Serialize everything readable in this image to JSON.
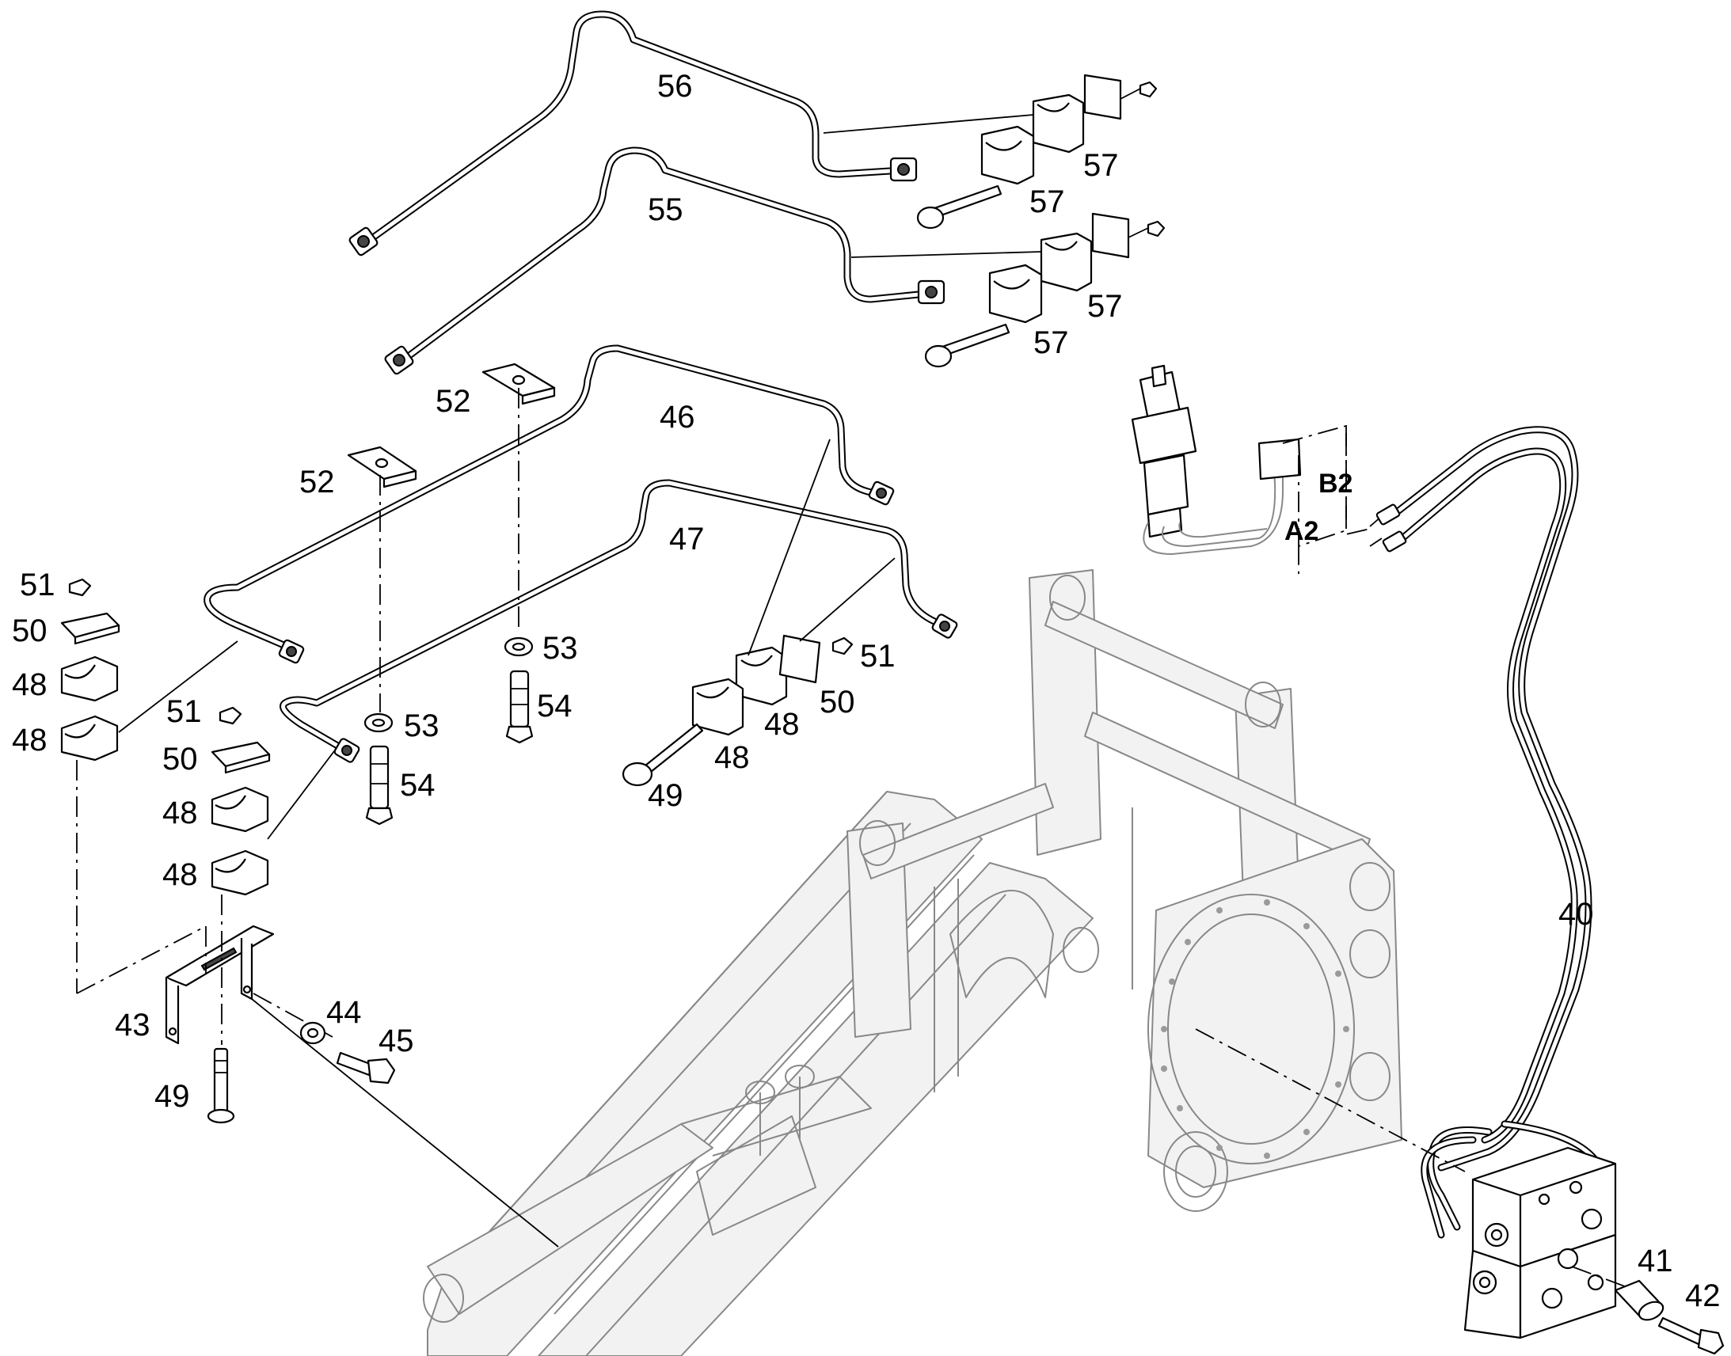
{
  "callouts": [
    {
      "id": "56",
      "label": "56"
    },
    {
      "id": "55",
      "label": "55"
    },
    {
      "id": "57a",
      "label": "57"
    },
    {
      "id": "57b",
      "label": "57"
    },
    {
      "id": "57c",
      "label": "57"
    },
    {
      "id": "57d",
      "label": "57"
    },
    {
      "id": "52a",
      "label": "52"
    },
    {
      "id": "52b",
      "label": "52"
    },
    {
      "id": "46",
      "label": "46"
    },
    {
      "id": "47",
      "label": "47"
    },
    {
      "id": "51a",
      "label": "51"
    },
    {
      "id": "50a",
      "label": "50"
    },
    {
      "id": "48a",
      "label": "48"
    },
    {
      "id": "48b",
      "label": "48"
    },
    {
      "id": "51b",
      "label": "51"
    },
    {
      "id": "50b",
      "label": "50"
    },
    {
      "id": "48c",
      "label": "48"
    },
    {
      "id": "48d",
      "label": "48"
    },
    {
      "id": "53a",
      "label": "53"
    },
    {
      "id": "54a",
      "label": "54"
    },
    {
      "id": "53b",
      "label": "53"
    },
    {
      "id": "54b",
      "label": "54"
    },
    {
      "id": "51c",
      "label": "51"
    },
    {
      "id": "50c",
      "label": "50"
    },
    {
      "id": "48e",
      "label": "48"
    },
    {
      "id": "48f",
      "label": "48"
    },
    {
      "id": "49a",
      "label": "49"
    },
    {
      "id": "43",
      "label": "43"
    },
    {
      "id": "44",
      "label": "44"
    },
    {
      "id": "45",
      "label": "45"
    },
    {
      "id": "49b",
      "label": "49"
    },
    {
      "id": "40",
      "label": "40"
    },
    {
      "id": "41",
      "label": "41"
    },
    {
      "id": "42",
      "label": "42"
    }
  ],
  "port_labels": [
    {
      "id": "B2",
      "label": "B2"
    },
    {
      "id": "A2",
      "label": "A2"
    }
  ]
}
